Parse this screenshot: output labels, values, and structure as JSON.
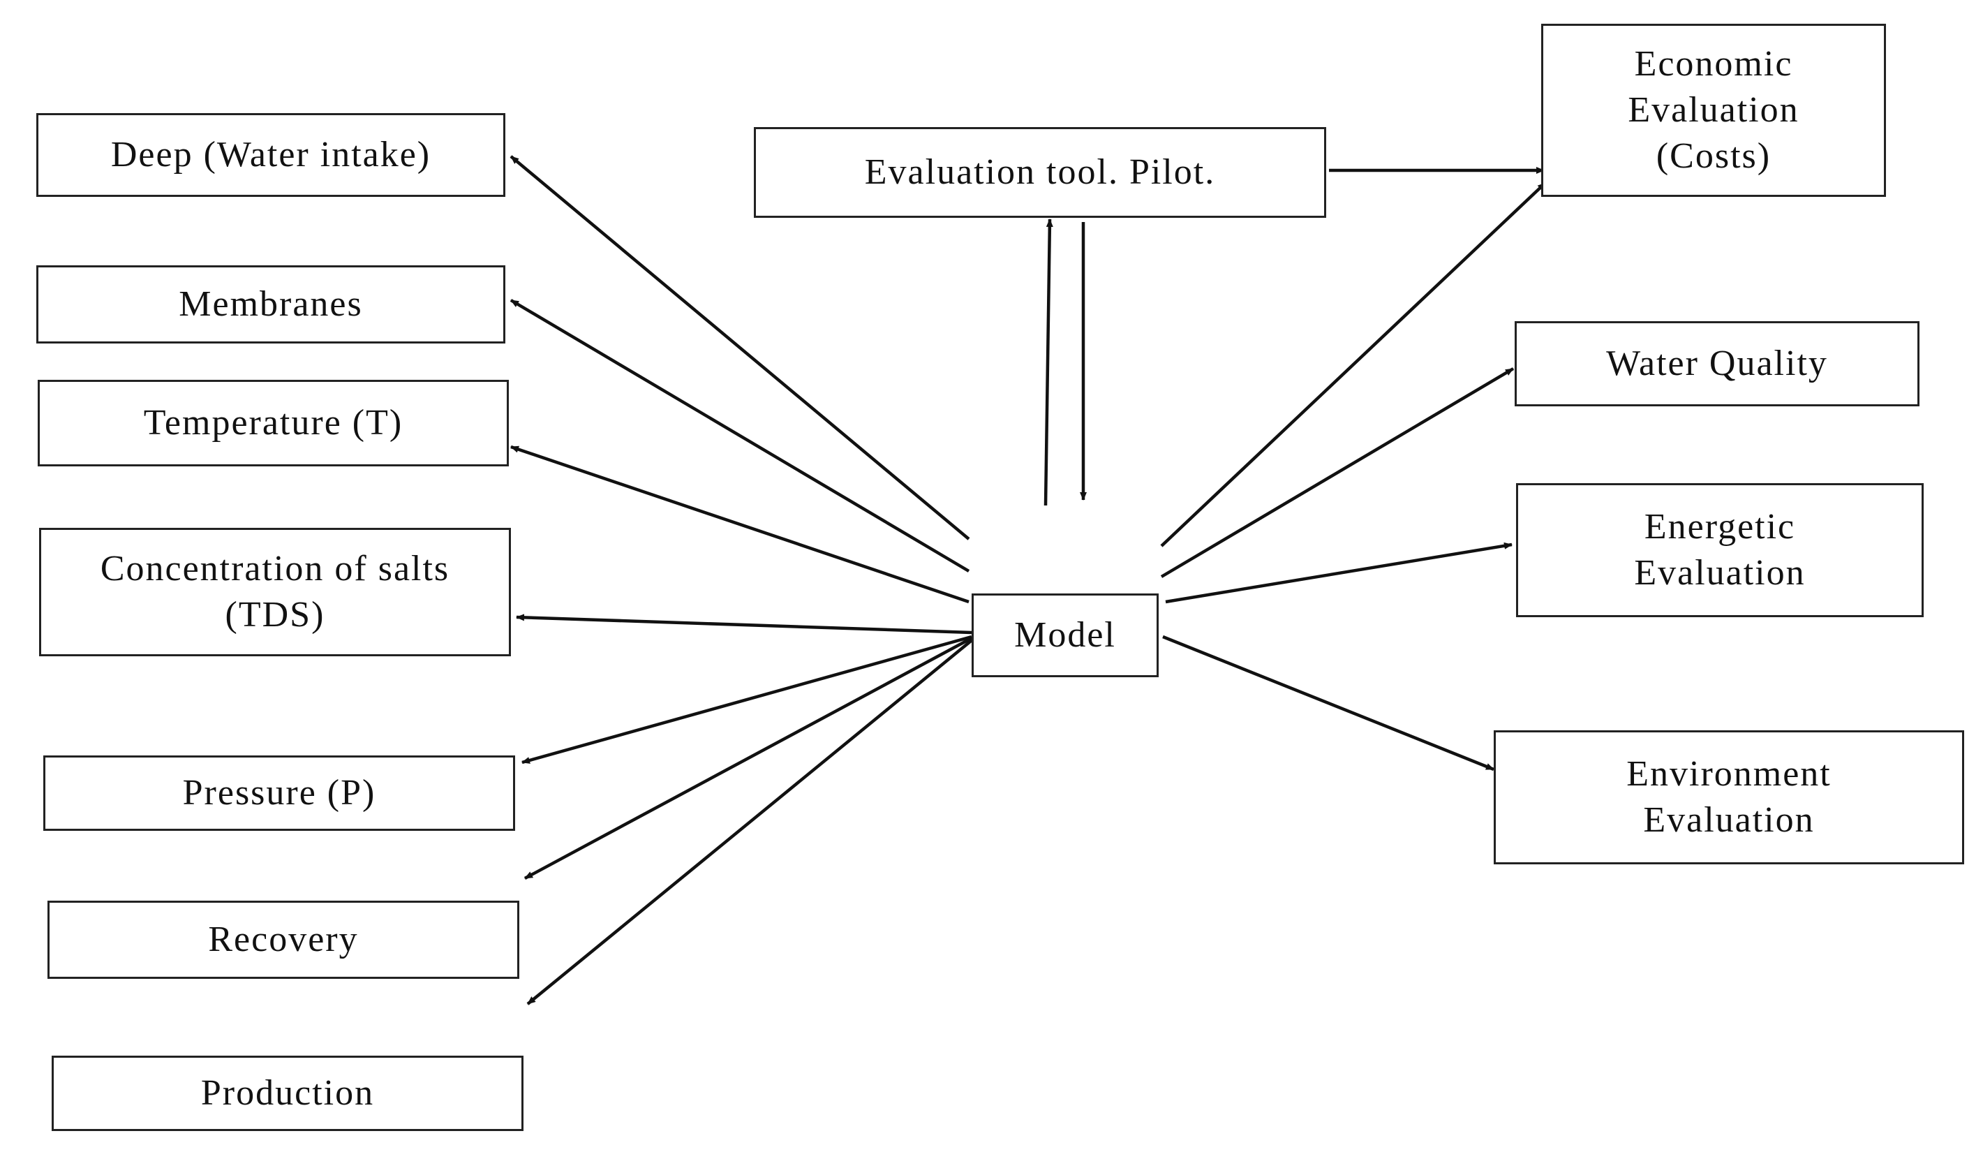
{
  "diagram": {
    "center": "Model",
    "tool": "Evaluation tool. Pilot.",
    "inputs": [
      "Deep (Water intake)",
      "Membranes",
      "Temperature (T)",
      "Concentration of salts\n(TDS)",
      "Pressure (P)",
      "Recovery",
      "Production"
    ],
    "outputs": [
      "Economic\nEvaluation\n(Costs)",
      "Water Quality",
      "Energetic\nEvaluation",
      "Environment\nEvaluation"
    ]
  }
}
